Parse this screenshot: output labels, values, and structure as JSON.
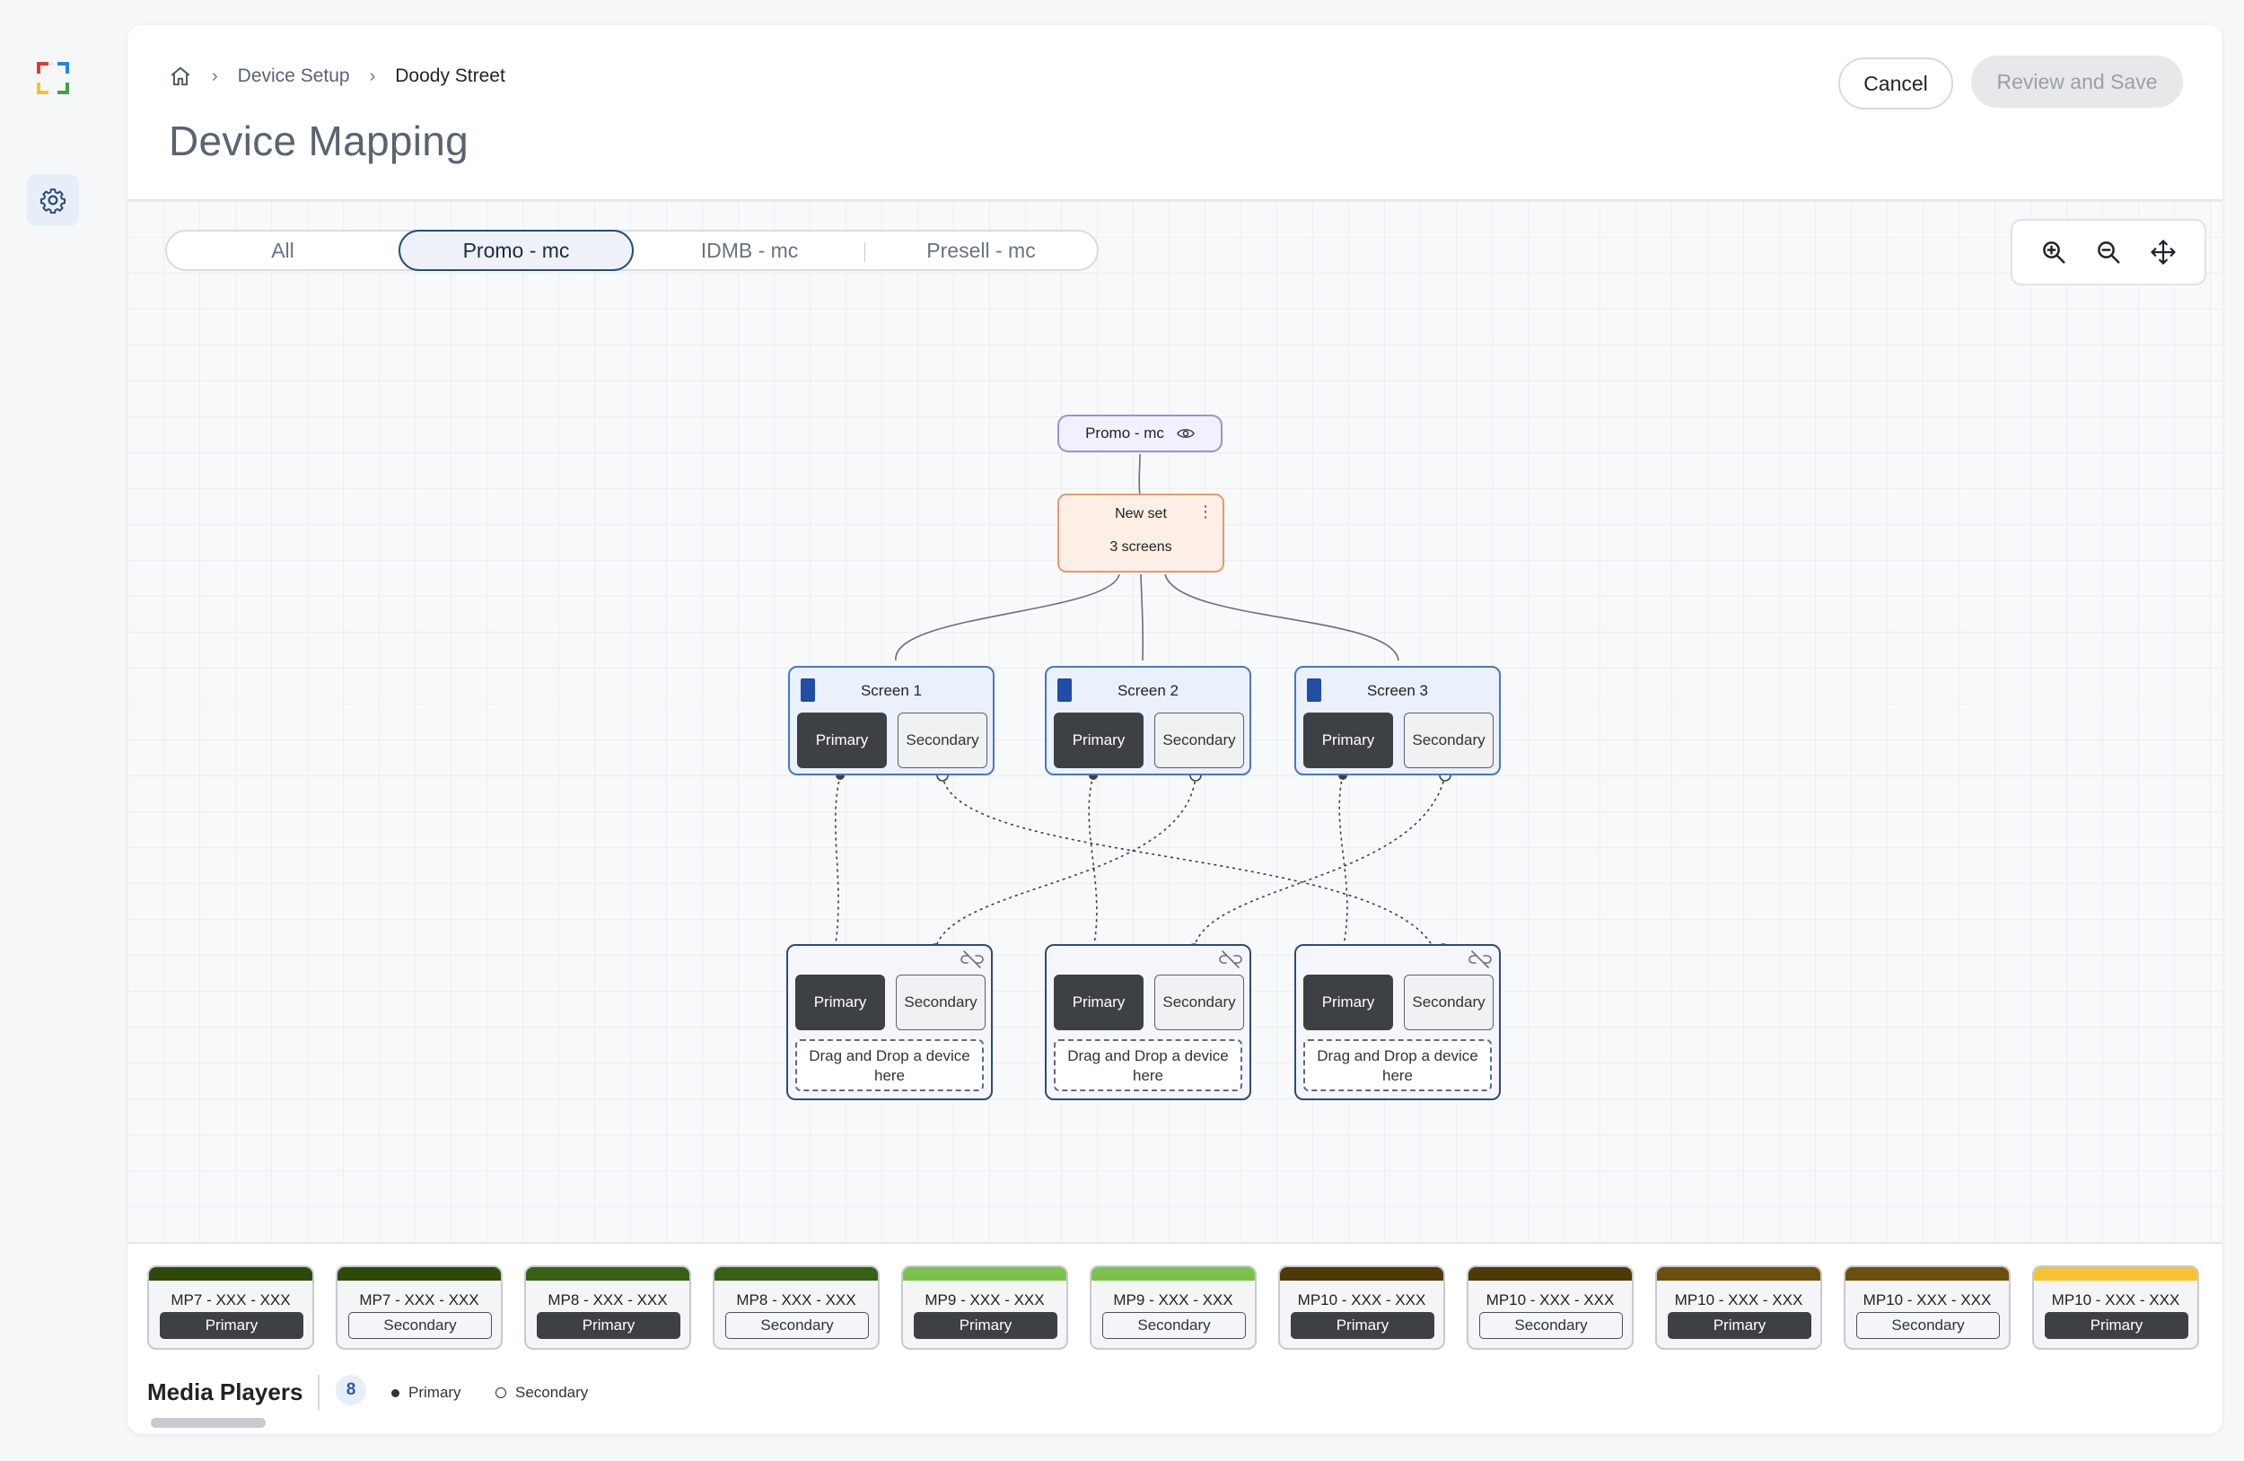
{
  "breadcrumb": {
    "home_icon": "home-icon",
    "items": [
      "Device Setup",
      "Doody Street"
    ]
  },
  "page_title": "Device Mapping",
  "header_actions": {
    "cancel": "Cancel",
    "review_save": "Review and Save"
  },
  "tabs": [
    {
      "label": "All",
      "active": false
    },
    {
      "label": "Promo - mc",
      "active": true
    },
    {
      "label": "IDMB - mc",
      "active": false
    },
    {
      "label": "Presell - mc",
      "active": false
    }
  ],
  "zoom_controls": {
    "icons": [
      "zoom-in-icon",
      "zoom-out-icon",
      "move-icon"
    ]
  },
  "flow": {
    "root": {
      "label": "Promo - mc",
      "icon": "eye-icon"
    },
    "set": {
      "title": "New set",
      "subtitle": "3 screens"
    },
    "screens": [
      {
        "title": "Screen 1",
        "primary": "Primary",
        "secondary": "Secondary"
      },
      {
        "title": "Screen 2",
        "primary": "Primary",
        "secondary": "Secondary"
      },
      {
        "title": "Screen 3",
        "primary": "Primary",
        "secondary": "Secondary"
      }
    ],
    "devices": [
      {
        "primary": "Primary",
        "secondary": "Secondary",
        "dropzone": "Drag and Drop a device here"
      },
      {
        "primary": "Primary",
        "secondary": "Secondary",
        "dropzone": "Drag and Drop a device here"
      },
      {
        "primary": "Primary",
        "secondary": "Secondary",
        "dropzone": "Drag and Drop a device here"
      }
    ]
  },
  "media_players": {
    "title": "Media Players",
    "count": "8",
    "legend": {
      "primary": "Primary",
      "secondary": "Secondary"
    },
    "items": [
      {
        "name": "MP7 - XXX - XXX",
        "role": "Primary",
        "color": "#2e4a0b"
      },
      {
        "name": "MP7 - XXX - XXX",
        "role": "Secondary",
        "color": "#2e4a0b"
      },
      {
        "name": "MP8 - XXX - XXX",
        "role": "Primary",
        "color": "#366016"
      },
      {
        "name": "MP8 - XXX - XXX",
        "role": "Secondary",
        "color": "#366016"
      },
      {
        "name": "MP9 - XXX - XXX",
        "role": "Primary",
        "color": "#7cc24a"
      },
      {
        "name": "MP9 - XXX - XXX",
        "role": "Secondary",
        "color": "#7cc24a"
      },
      {
        "name": "MP10 - XXX - XXX",
        "role": "Primary",
        "color": "#4d3a07"
      },
      {
        "name": "MP10 - XXX - XXX",
        "role": "Secondary",
        "color": "#4d3a07"
      },
      {
        "name": "MP10 - XXX - XXX",
        "role": "Primary",
        "color": "#6b4f0c"
      },
      {
        "name": "MP10 - XXX - XXX",
        "role": "Secondary",
        "color": "#6b4f0c"
      },
      {
        "name": "MP10 - XXX - XXX",
        "role": "Primary",
        "color": "#f6c331"
      }
    ]
  }
}
